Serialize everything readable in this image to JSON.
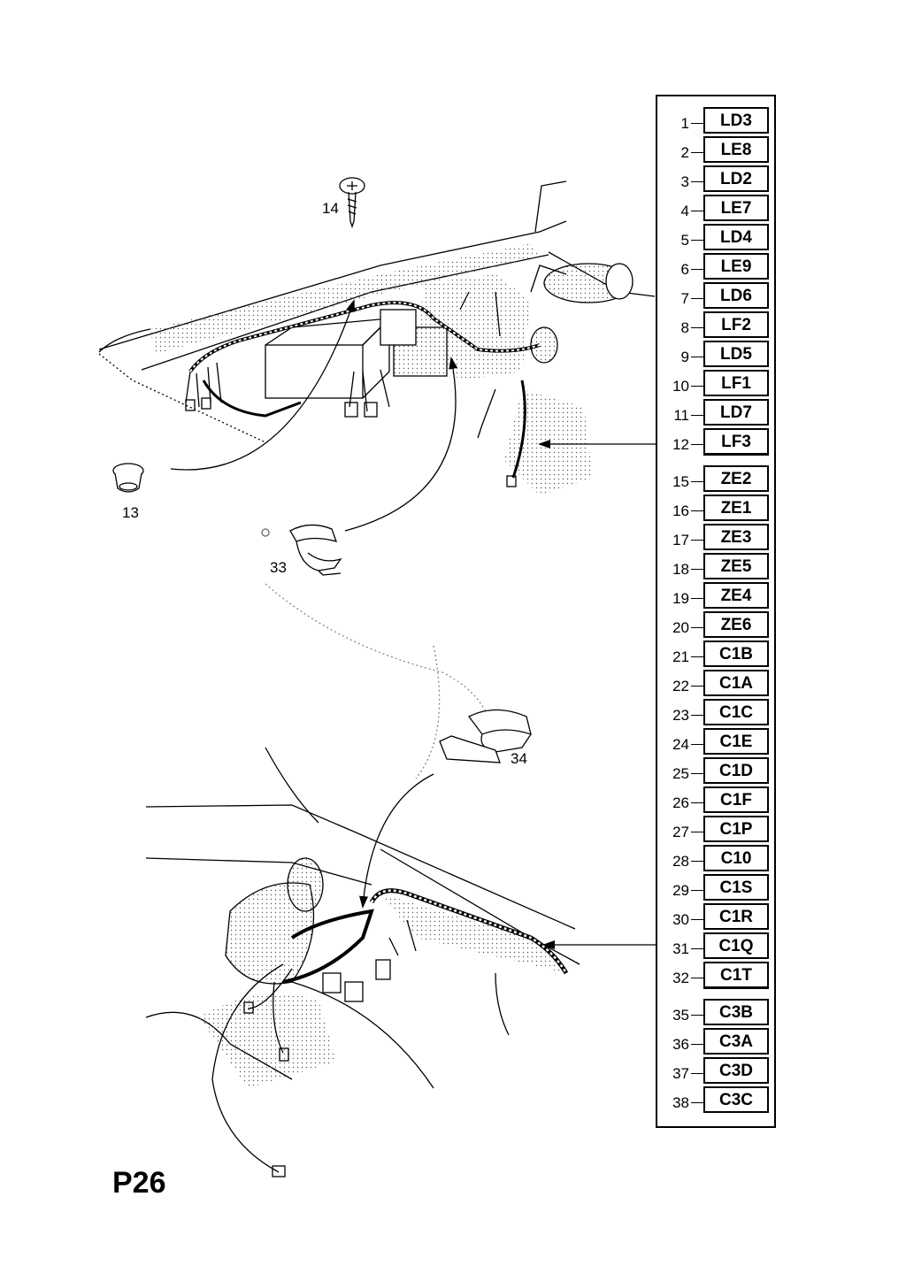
{
  "page_code": "P26",
  "part_callouts": {
    "p13": "13",
    "p14": "14",
    "p33": "33",
    "p34": "34"
  },
  "code_groups": [
    {
      "rows": [
        {
          "num": "1",
          "code": "LD3"
        },
        {
          "num": "2",
          "code": "LE8"
        },
        {
          "num": "3",
          "code": "LD2"
        },
        {
          "num": "4",
          "code": "LE7"
        },
        {
          "num": "5",
          "code": "LD4"
        },
        {
          "num": "6",
          "code": "LE9"
        },
        {
          "num": "7",
          "code": "LD6"
        },
        {
          "num": "8",
          "code": "LF2"
        },
        {
          "num": "9",
          "code": "LD5"
        },
        {
          "num": "10",
          "code": "LF1"
        },
        {
          "num": "11",
          "code": "LD7"
        },
        {
          "num": "12",
          "code": "LF3"
        }
      ]
    },
    {
      "rows": [
        {
          "num": "15",
          "code": "ZE2"
        },
        {
          "num": "16",
          "code": "ZE1"
        },
        {
          "num": "17",
          "code": "ZE3"
        },
        {
          "num": "18",
          "code": "ZE5"
        },
        {
          "num": "19",
          "code": "ZE4"
        },
        {
          "num": "20",
          "code": "ZE6"
        },
        {
          "num": "21",
          "code": "C1B"
        },
        {
          "num": "22",
          "code": "C1A"
        },
        {
          "num": "23",
          "code": "C1C"
        },
        {
          "num": "24",
          "code": "C1E"
        },
        {
          "num": "25",
          "code": "C1D"
        },
        {
          "num": "26",
          "code": "C1F"
        },
        {
          "num": "27",
          "code": "C1P"
        },
        {
          "num": "28",
          "code": "C10"
        },
        {
          "num": "29",
          "code": "C1S"
        },
        {
          "num": "30",
          "code": "C1R"
        },
        {
          "num": "31",
          "code": "C1Q"
        },
        {
          "num": "32",
          "code": "C1T"
        }
      ]
    },
    {
      "rows": [
        {
          "num": "35",
          "code": "C3B"
        },
        {
          "num": "36",
          "code": "C3A"
        },
        {
          "num": "37",
          "code": "C3D"
        },
        {
          "num": "38",
          "code": "C3C"
        }
      ]
    }
  ]
}
